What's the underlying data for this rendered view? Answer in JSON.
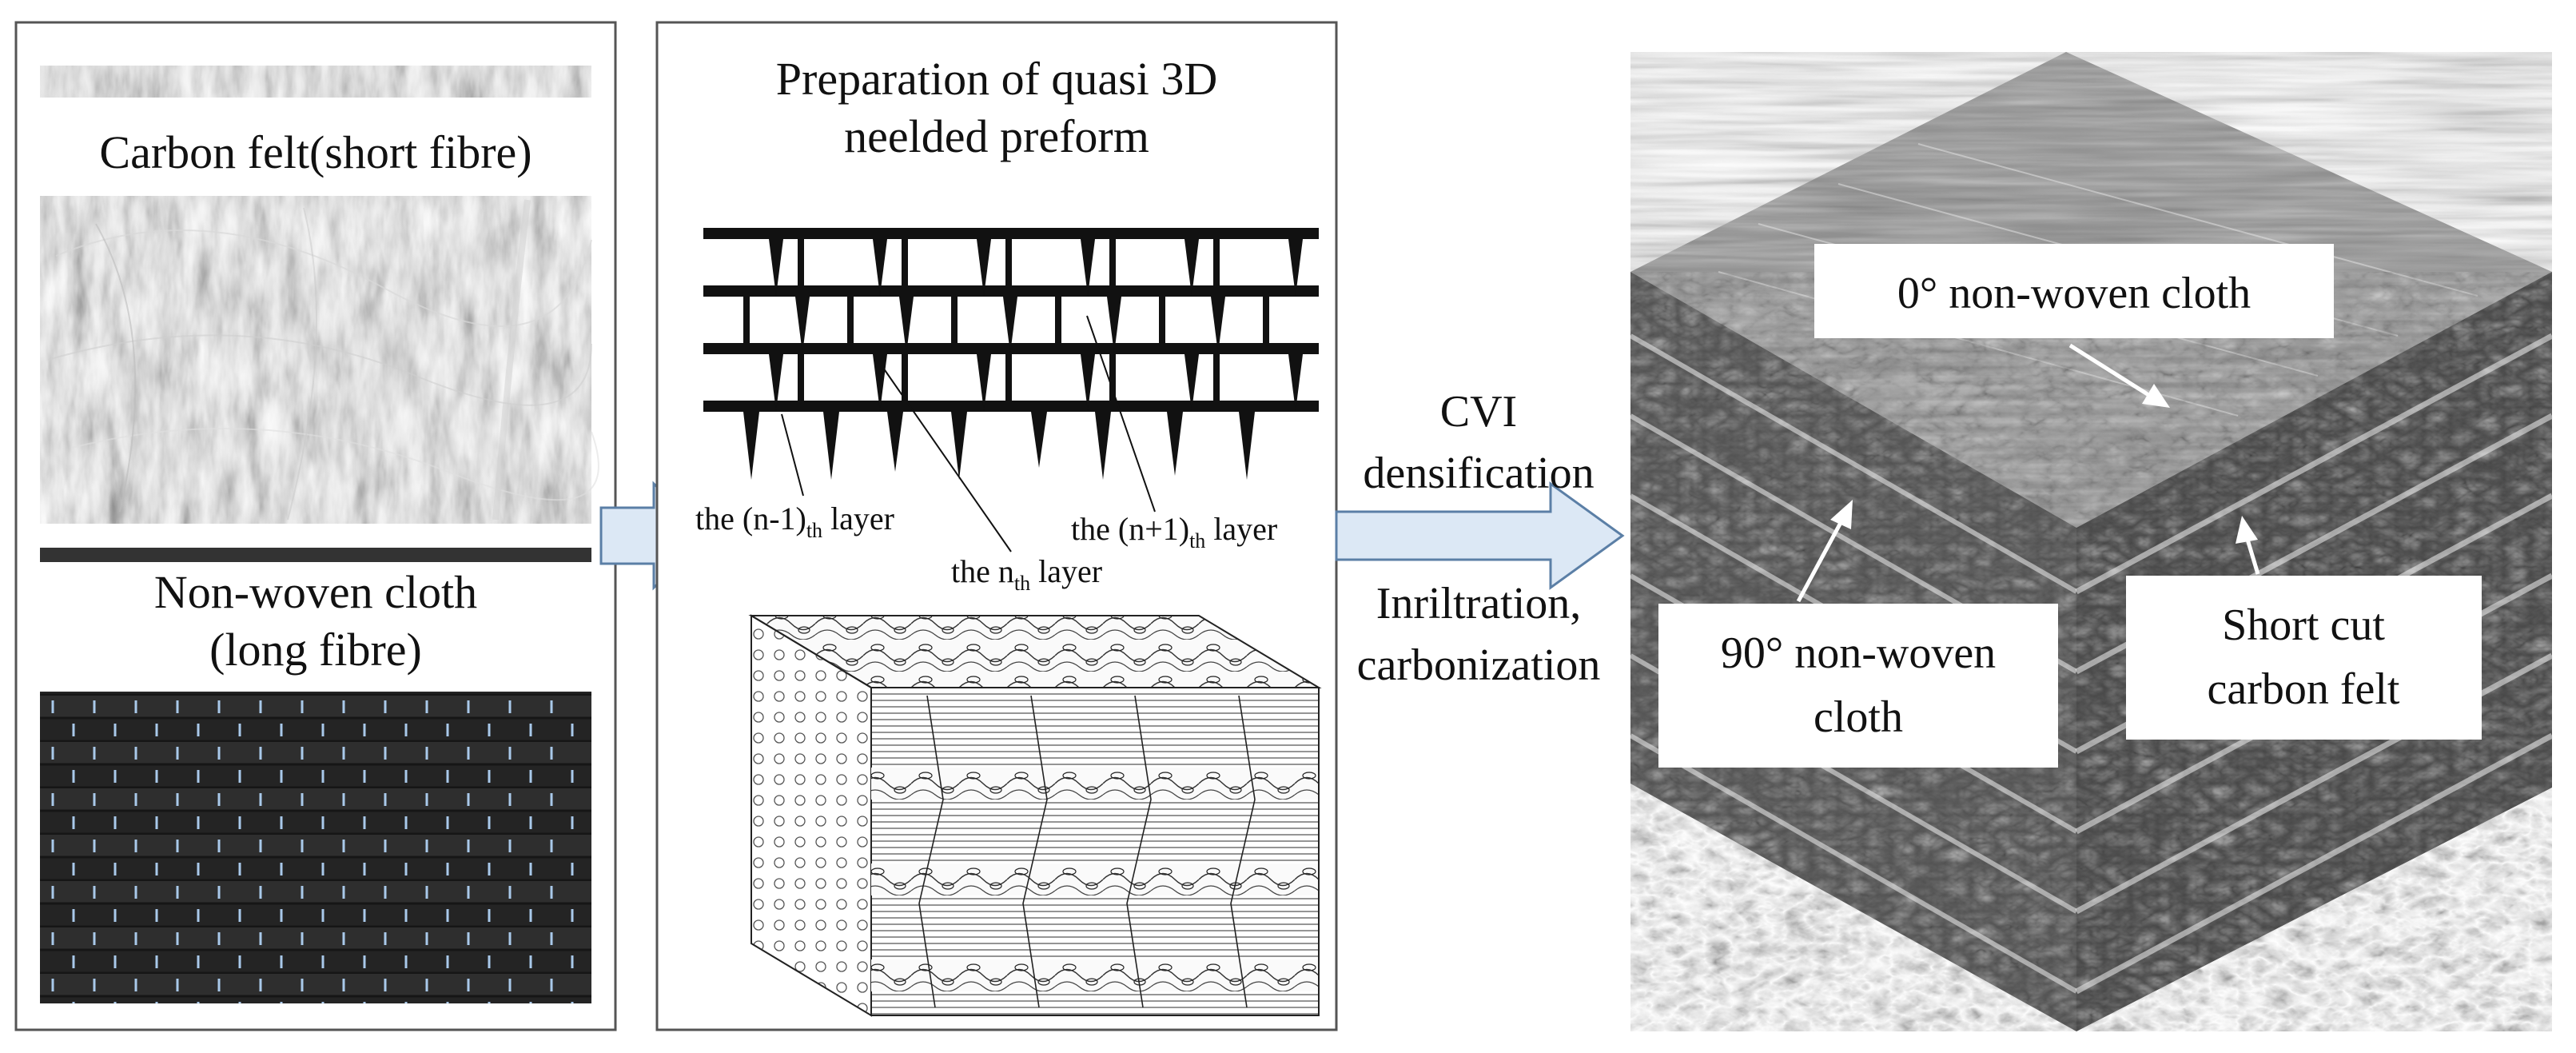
{
  "panel1": {
    "felt_label": "Carbon felt(short fibre)",
    "cloth_label_line1": "Non-woven cloth",
    "cloth_label_line2": "(long fibre)"
  },
  "panel2": {
    "title_line1": "Preparation of quasi 3D",
    "title_line2": "neelded preform",
    "layer_prev": {
      "base": "the (n-1)",
      "sub": "th",
      "tail": " layer"
    },
    "layer_curr": {
      "base": "the n",
      "sub": "th",
      "tail": " layer"
    },
    "layer_next": {
      "base": "the (n+1)",
      "sub": "th",
      "tail": " layer"
    }
  },
  "process": {
    "top_line1": "CVI",
    "top_line2": "densification",
    "bottom_line1": "Inriltration,",
    "bottom_line2": "carbonization"
  },
  "cube": {
    "label_0deg": "0° non-woven cloth",
    "label_90deg_line1": "90° non-woven",
    "label_90deg_line2": "cloth",
    "label_felt_line1": "Short cut",
    "label_felt_line2": "carbon felt"
  },
  "colors": {
    "felt_base": "#7a7a7a",
    "cloth_base": "#202020",
    "stitch": "#9fc3e8",
    "arrow_fill": "#dce8f5",
    "arrow_stroke": "#5b7fa6"
  }
}
